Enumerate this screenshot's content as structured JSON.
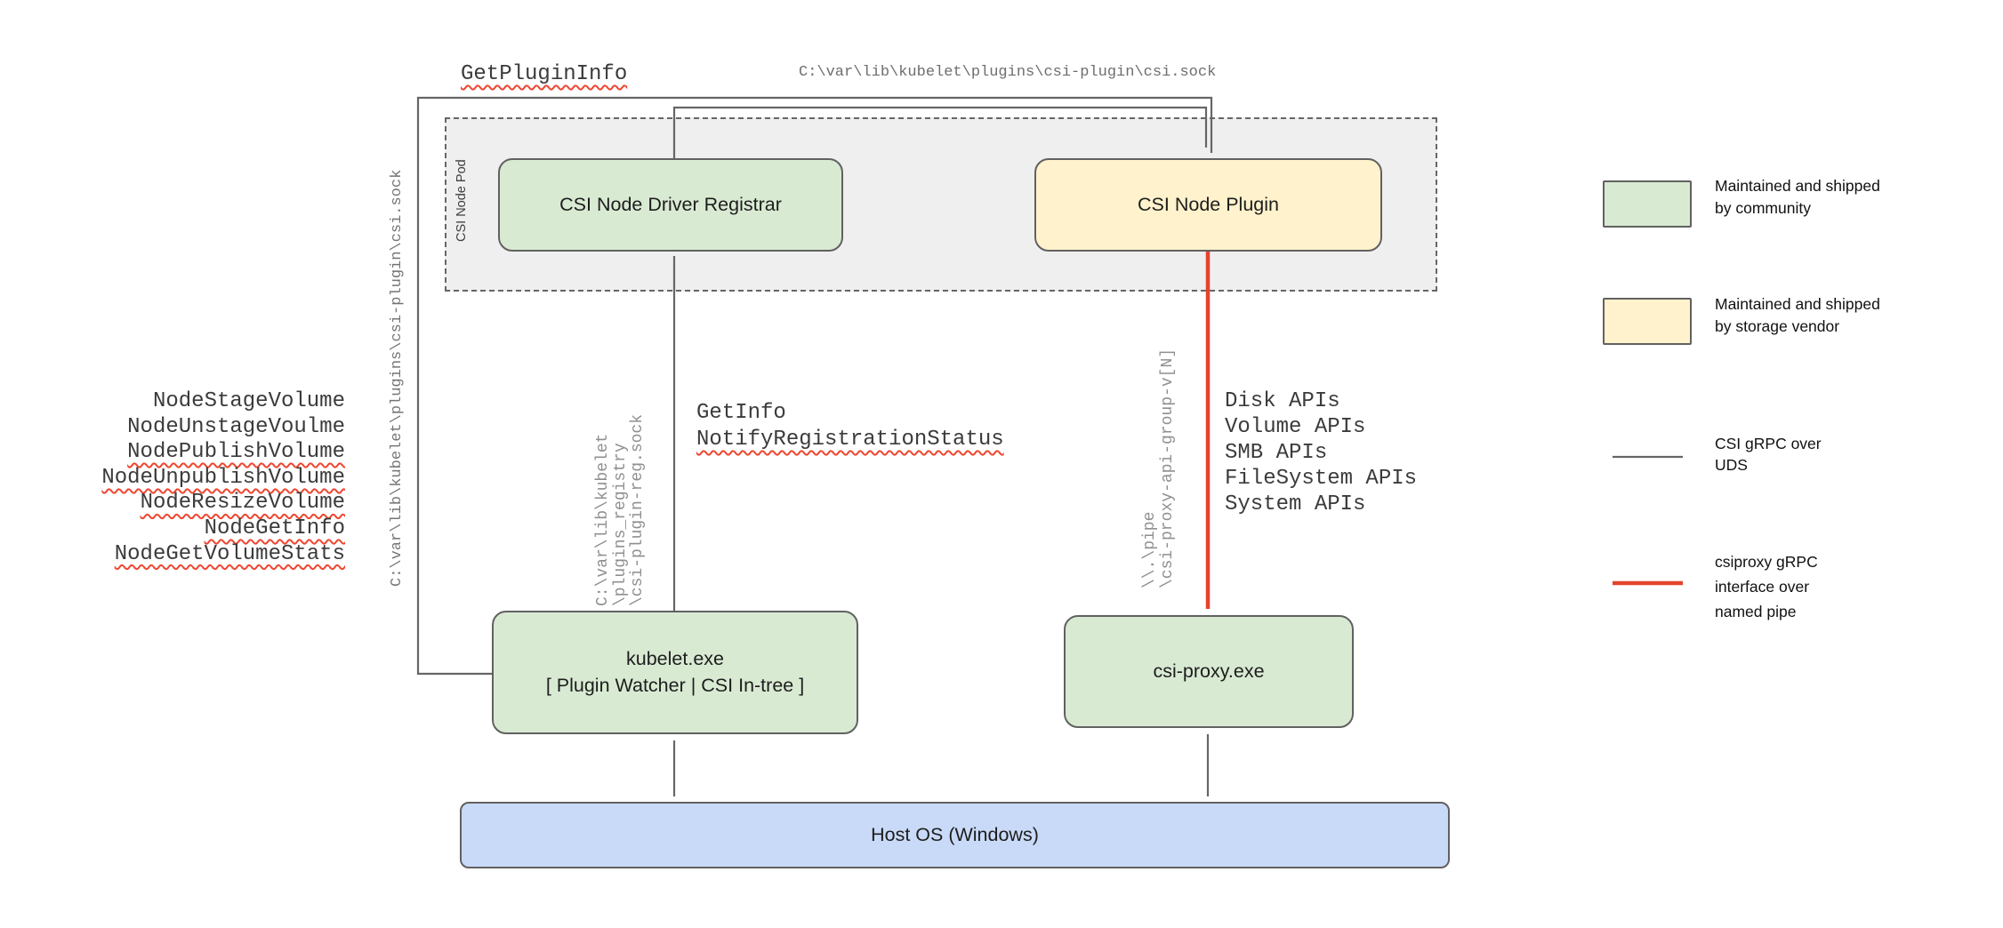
{
  "diagram": {
    "pod_label": "CSI Node Pod",
    "boxes": {
      "registrar": "CSI Node Driver Registrar",
      "plugin": "CSI Node Plugin",
      "kubelet": "kubelet.exe\n[ Plugin Watcher | CSI In-tree ]",
      "csi_proxy": "csi-proxy.exe",
      "host_os": "Host OS (Windows)"
    },
    "labels": {
      "get_plugin_info": "GetPluginInfo",
      "csi_sock_top": "C:\\var\\lib\\kubelet\\plugins\\csi-plugin\\csi.sock",
      "csi_sock_left": "C:\\var\\lib\\kubelet\\plugins\\csi-plugin\\csi.sock",
      "registry_sock": "C:\\var\\lib\\kubelet\n\\plugins_registry\n\\csi-plugin-reg.sock",
      "named_pipe": "\\\\.\\pipe\n\\csi-proxy-api-group-v[N]",
      "node_methods": [
        "NodeStageVolume",
        "NodeUnstageVoulme",
        "NodePublishVolume",
        "NodeUnpublishVolume",
        "NodeResizeVolume",
        "NodeGetInfo",
        "NodeGetVolumeStats"
      ],
      "registrar_calls": [
        "GetInfo",
        "NotifyRegistrationStatus"
      ],
      "windows_apis": "Disk APIs\nVolume APIs\nSMB APIs\nFileSystem APIs\nSystem APIs"
    }
  },
  "legend": {
    "community": "Maintained and shipped\nby community",
    "vendor": "Maintained and shipped\nby storage vendor",
    "uds_arrow": "CSI gRPC over\nUDS",
    "pipe_arrow": "csiproxy gRPC\ninterface over\nnamed pipe"
  },
  "colors": {
    "community_green": "#d9ead3",
    "vendor_yellow": "#fff2cc",
    "host_blue": "#c9daf8",
    "pod_bg": "#efefef",
    "box_border": "#616161",
    "line_gray": "#666666",
    "arrow_red": "#e5432e",
    "squiggle_red": "#ef4630"
  }
}
